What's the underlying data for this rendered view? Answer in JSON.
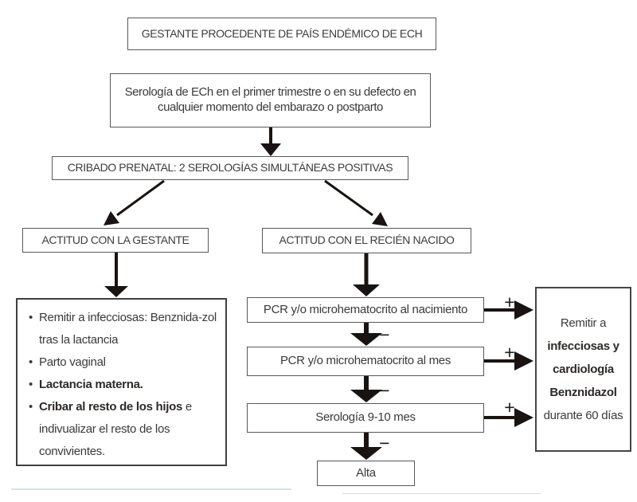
{
  "flowchart": {
    "gestante_box": {
      "label": "GESTANTE PROCEDENTE DE PAÍS ENDÉMICO DE ECH"
    },
    "serologia_box": {
      "label": "Serología de ECh en el primer trimestre o en su defecto en cualquier momento del embarazo o postparto"
    },
    "cribado_box": {
      "label": "CRIBADO PRENATAL: 2 SEROLOGÍAS SIMULTÁNEAS POSITIVAS"
    },
    "gestante_branch": {
      "header": "ACTITUD CON LA GESTANTE",
      "bullet_char": "•",
      "actions": [
        {
          "segments": [
            {
              "text": "Remitir a infecciosas: Benznida-zol tras la lactancia",
              "bold": false
            }
          ]
        },
        {
          "segments": [
            {
              "text": "Parto vaginal",
              "bold": false
            }
          ]
        },
        {
          "segments": [
            {
              "text": "Lactancia materna.",
              "bold": true
            }
          ]
        },
        {
          "segments": [
            {
              "text": "Cribar al resto de los hijos",
              "bold": true
            },
            {
              "text": " e indivualizar el resto de los convivientes.",
              "bold": false
            }
          ]
        }
      ]
    },
    "recien_nacido_branch": {
      "header": "ACTITUD CON EL RECIÉN NACIDO",
      "steps": [
        {
          "label": "PCR y/o microhematocrito al nacimiento",
          "positive_sign": "+",
          "negative_sign": "−"
        },
        {
          "label": "PCR y/o microhematocrito al mes",
          "positive_sign": "+",
          "negative_sign": "−"
        },
        {
          "label": "Serología 9-10 mes",
          "positive_sign": "+",
          "negative_sign": "−"
        },
        {
          "label": "Alta"
        }
      ],
      "positive_outcome": {
        "segments": [
          {
            "text": "Remitir a ",
            "bold": false
          },
          {
            "text": "infecciosas y cardiología Benznidazol",
            "bold": true
          },
          {
            "text": " durante 60 días",
            "bold": false
          }
        ]
      }
    },
    "colors": {
      "arrow": "#191311",
      "border": "#585858",
      "text": "#3a3a3a"
    }
  }
}
